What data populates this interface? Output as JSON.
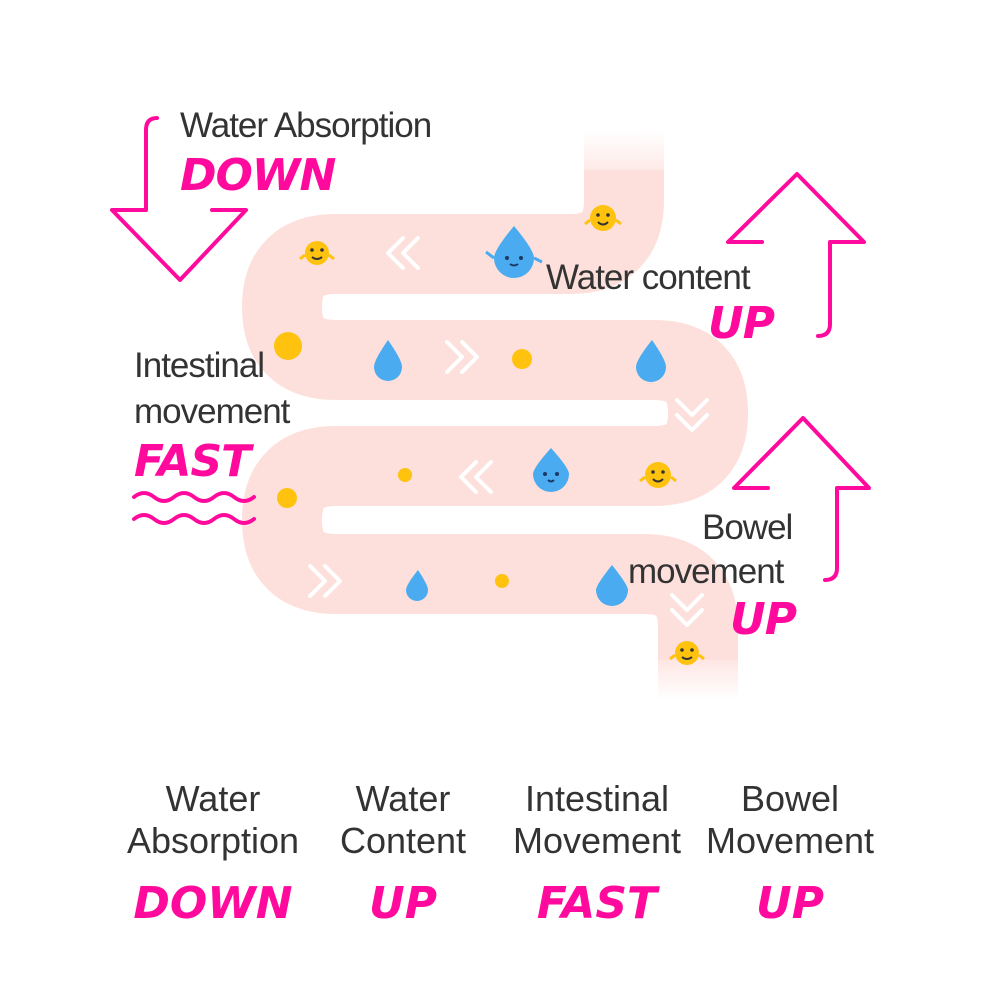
{
  "accent_color": "#ff0a9c",
  "intestine_color": "#fde0dc",
  "drop_color": "#4aabf0",
  "dot_color": "#ffc20e",
  "callouts": {
    "water_absorption": {
      "label": "Water Absorption",
      "value": "DOWN",
      "arrow": "down-arrow-icon"
    },
    "water_content": {
      "label": "Water content",
      "value": "UP",
      "arrow": "up-arrow-icon"
    },
    "intestinal_movement": {
      "label_line1": "Intestinal",
      "label_line2": "movement",
      "value": "FAST",
      "marker": "wave-icon"
    },
    "bowel_movement": {
      "label_line1": "Bowel",
      "label_line2": "movement",
      "value": "UP",
      "arrow": "up-arrow-icon"
    }
  },
  "summary": [
    {
      "line1": "Water",
      "line2": "Absorption",
      "value": "DOWN"
    },
    {
      "line1": "Water",
      "line2": "Content",
      "value": "UP"
    },
    {
      "line1": "Intestinal",
      "line2": "Movement",
      "value": "FAST"
    },
    {
      "line1": "Bowel",
      "line2": "Movement",
      "value": "UP"
    }
  ],
  "icons": [
    "water-drop-icon",
    "smiley-bacteria-icon",
    "chevron-left-icon",
    "chevron-right-icon",
    "chevron-down-icon",
    "yellow-dot-icon"
  ]
}
